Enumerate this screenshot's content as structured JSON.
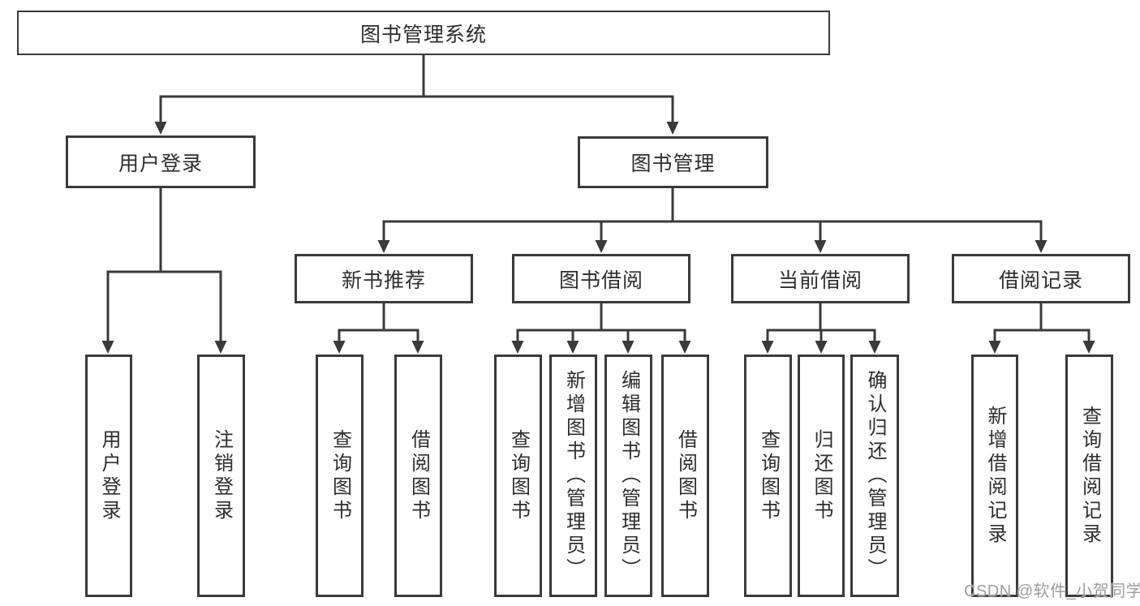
{
  "diagram": {
    "title": "图书管理系统",
    "nodes": {
      "root": {
        "label": "图书管理系统"
      },
      "level2": {
        "user_login": {
          "label": "用户登录"
        },
        "book_management": {
          "label": "图书管理"
        }
      },
      "level3": {
        "new_book": {
          "label": "新书推荐"
        },
        "book_borrow": {
          "label": "图书借阅"
        },
        "current_borrow": {
          "label": "当前借阅"
        },
        "borrow_record": {
          "label": "借阅记录"
        }
      },
      "level4": {
        "user_login_1": {
          "label": "用户登录"
        },
        "user_login_2": {
          "label": "注销登录"
        },
        "new_book_1": {
          "label": "查询图书"
        },
        "new_book_2": {
          "label": "借阅图书"
        },
        "book_borrow_1": {
          "label": "查询图书"
        },
        "book_borrow_2": {
          "label": "新增图书（管理员）"
        },
        "book_borrow_3": {
          "label": "编辑图书（管理员）"
        },
        "book_borrow_4": {
          "label": "借阅图书"
        },
        "current_1": {
          "label": "查询图书"
        },
        "current_2": {
          "label": "归还图书"
        },
        "current_3": {
          "label": "确认归还（管理员）"
        },
        "record_1": {
          "label": "新增借阅记录"
        },
        "record_2": {
          "label": "查询借阅记录"
        }
      }
    },
    "colors": {
      "line": "#3a3a3a",
      "box_border": "#3a3a3a",
      "box_fill": "#ffffff",
      "text": "#2d2d2d",
      "watermark": "#9d9d9d",
      "background": "#ffffff"
    }
  },
  "watermark": {
    "text": "CSDN @软件_小贺同学"
  }
}
